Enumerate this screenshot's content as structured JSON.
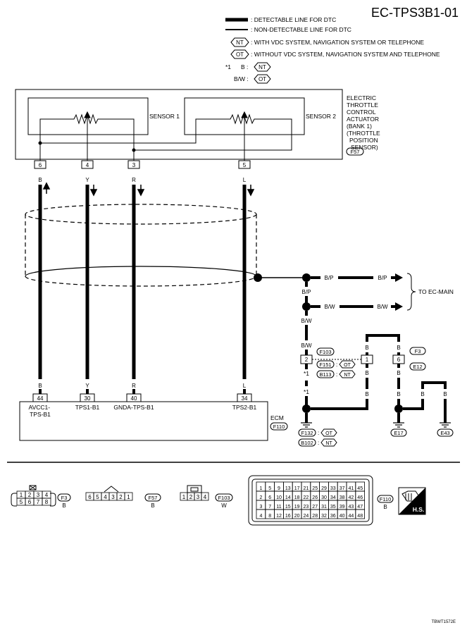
{
  "title": "EC-TPS3B1-01",
  "legend": {
    "detectable": ": DETECTABLE LINE FOR DTC",
    "non_detectable": ": NON-DETECTABLE LINE FOR DTC",
    "nt_code": "NT",
    "nt_desc": ": WITH VDC SYSTEM, NAVIGATION SYSTEM OR TELEPHONE",
    "ot_code": "OT",
    "ot_desc": ": WITHOUT VDC SYSTEM, NAVIGATION SYSTEM AND TELEPHONE",
    "star1": "*1",
    "star1_b": "B :",
    "star1_bw": "B/W :"
  },
  "actuator": {
    "sensor1": "SENSOR 1",
    "sensor2": "SENSOR 2",
    "label_lines": [
      "ELECTRIC",
      "THROTTLE",
      "CONTROL",
      "ACTUATOR",
      "(BANK 1)",
      "(THROTTLE",
      "POSITION",
      "SENSOR)"
    ],
    "connector": "F57"
  },
  "actuator_pins": [
    {
      "pin": "6",
      "color": "B"
    },
    {
      "pin": "4",
      "color": "Y"
    },
    {
      "pin": "3",
      "color": "R"
    },
    {
      "pin": "5",
      "color": "L"
    }
  ],
  "ecm": {
    "label": "ECM",
    "connector": "F110",
    "pins": [
      {
        "pin": "44",
        "color": "B",
        "name": "AVCC1-\nTPS-B1"
      },
      {
        "pin": "30",
        "color": "Y",
        "name": "TPS1-B1"
      },
      {
        "pin": "40",
        "color": "R",
        "name": "GNDA-TPS-B1"
      },
      {
        "pin": "34",
        "color": "L",
        "name": "TPS2-B1"
      }
    ]
  },
  "shield": {
    "bp1": "B/P",
    "bp2": "B/P",
    "bp3": "B/P",
    "bw1": "B/W",
    "bw2": "B/W",
    "bw3": "B/W",
    "bw4": "B/W",
    "to_main": "TO EC-MAIN"
  },
  "ground_section": {
    "f103": "F103",
    "f151": "F151",
    "b113": "B113",
    "f3": "F3",
    "e12": "E12",
    "pin2": "2",
    "pin1": "1",
    "pin6": "6",
    "b_labels": [
      "B",
      "B",
      "B",
      "B",
      "B",
      "B",
      "B",
      "B"
    ],
    "star_a": "*1",
    "star_b": "*1",
    "gnd_f132": "F132",
    "gnd_b102": "B102",
    "gnd_e17": "E17",
    "gnd_e43": "E43"
  },
  "connector_views": [
    {
      "id": "F3",
      "color": "B",
      "pins_top": [
        "1",
        "2",
        "3",
        "4"
      ],
      "pins_bottom": [
        "5",
        "6",
        "7",
        "8"
      ]
    },
    {
      "id": "F57",
      "color": "B",
      "pins": [
        "6",
        "5",
        "4",
        "3",
        "2",
        "1"
      ]
    },
    {
      "id": "F103",
      "color": "W",
      "pins": [
        "1",
        "2",
        "3",
        "4"
      ]
    },
    {
      "id": "F110",
      "color": "B",
      "grid": [
        [
          "1",
          "5",
          "9",
          "13",
          "17",
          "21",
          "25",
          "29",
          "33",
          "37",
          "41",
          "45"
        ],
        [
          "2",
          "6",
          "10",
          "14",
          "18",
          "22",
          "26",
          "30",
          "34",
          "38",
          "42",
          "46"
        ],
        [
          "3",
          "7",
          "11",
          "15",
          "19",
          "23",
          "27",
          "31",
          "35",
          "39",
          "43",
          "47"
        ],
        [
          "4",
          "8",
          "12",
          "16",
          "20",
          "24",
          "28",
          "32",
          "36",
          "40",
          "44",
          "48"
        ]
      ]
    }
  ],
  "hs_label": "H.S.",
  "figure_code": "TBWT1572E"
}
